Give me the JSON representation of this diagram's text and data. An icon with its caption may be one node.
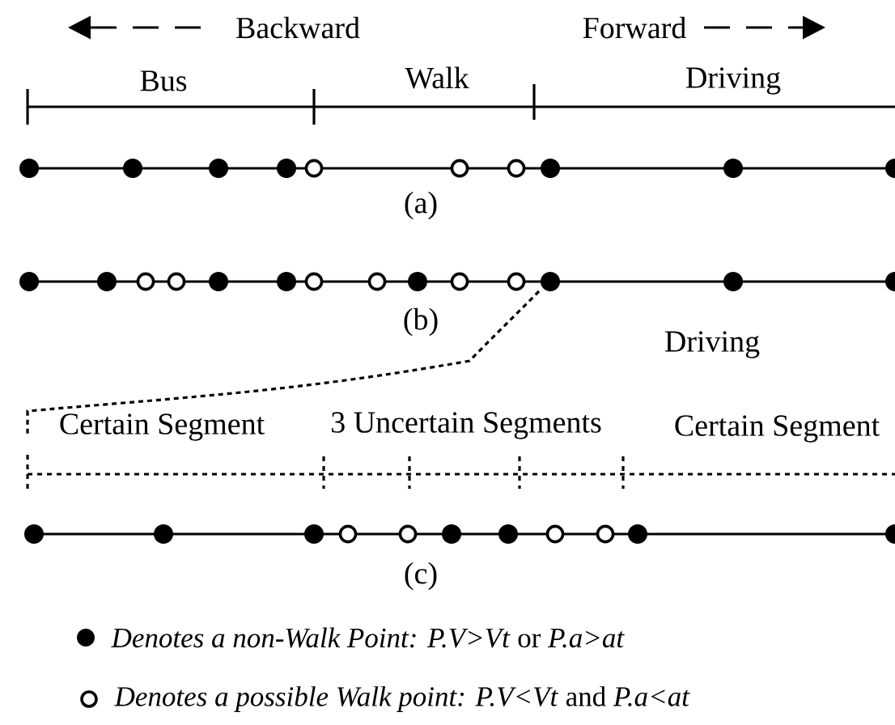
{
  "diagram": {
    "labels": [
      "Backward",
      "Forward",
      "Bus",
      "Walk",
      "Driving",
      "(a)",
      "(b)",
      "Driving",
      "Certain Segment",
      "3 Uncertain Segments",
      "Certain Segment",
      "(c)"
    ],
    "legend": [
      {
        "text": "*Denotes a non-Walk Point:* *P.V>Vt* or *P.a>at*"
      },
      {
        "text": "*Denotes a possible Walk point: P.V<Vt* and *P.a<at*"
      }
    ]
  }
}
